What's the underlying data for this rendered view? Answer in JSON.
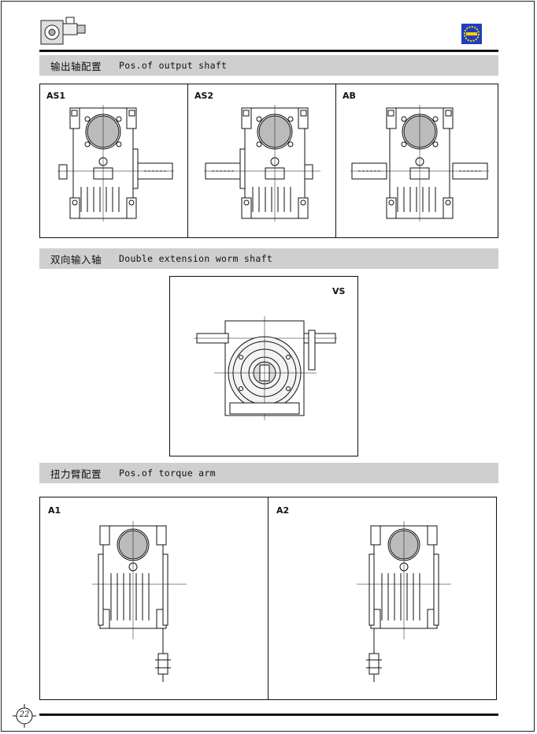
{
  "sections": {
    "output_shaft": {
      "zh": "输出轴配置",
      "en": "Pos.of output shaft"
    },
    "double_extension": {
      "zh": "双向输入轴",
      "en": "Double extension worm shaft"
    },
    "torque_arm": {
      "zh": "扭力臂配置",
      "en": "Pos.of torque arm"
    }
  },
  "output_positions": [
    {
      "label": "AS1"
    },
    {
      "label": "AS2"
    },
    {
      "label": "AB"
    }
  ],
  "vs_label": "VS",
  "torque_positions": [
    {
      "label": "A1"
    },
    {
      "label": "A2"
    }
  ],
  "page_number": "22",
  "icons": {
    "header_thumb": "gear-motor-thumbnail-icon",
    "brand_logo": "gear-logo-icon"
  },
  "colors": {
    "section_bar": "#cfcfcf",
    "rule": "#111111",
    "logo_blue": "#1d3fbf"
  }
}
